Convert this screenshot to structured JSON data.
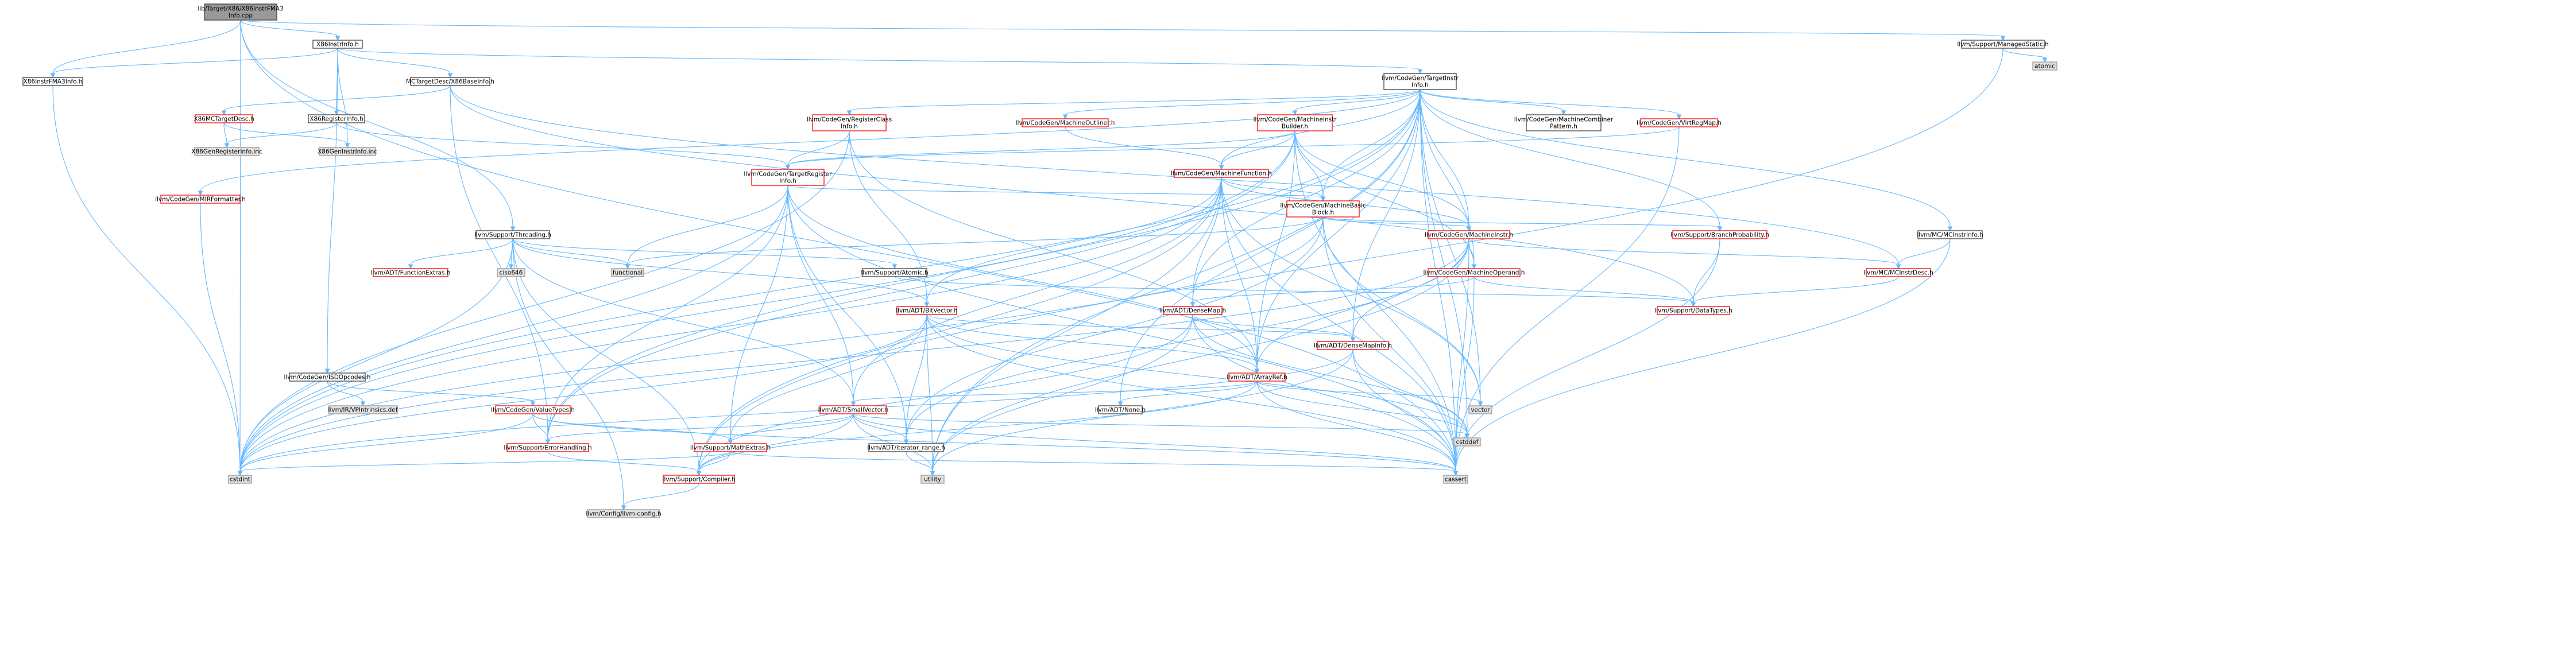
{
  "graph": {
    "style": {
      "edge_color": "#63b8ff",
      "root_fill": "#999999",
      "normal_fill": "#ffffff",
      "external_fill": "#e0e0e0",
      "normal_border": "#404040",
      "truncated_border": "#ff0000",
      "external_border": "#999999",
      "text_color": "#000000"
    },
    "nodes": [
      {
        "id": "root",
        "lines": [
          "lib/Target/X86/X86InstrFMA3",
          "Info.cpp"
        ],
        "kind": "root"
      },
      {
        "id": "x86instrinfo",
        "lines": [
          "X86InstrInfo.h"
        ],
        "kind": "normal"
      },
      {
        "id": "managedstatic",
        "lines": [
          "llvm/Support/ManagedStatic.h"
        ],
        "kind": "normal"
      },
      {
        "id": "atomic",
        "lines": [
          "atomic"
        ],
        "kind": "external"
      },
      {
        "id": "x86instrfma3",
        "lines": [
          "X86InstrFMA3Info.h"
        ],
        "kind": "normal"
      },
      {
        "id": "mctargetx86base",
        "lines": [
          "MCTargetDesc/X86BaseInfo.h"
        ],
        "kind": "normal"
      },
      {
        "id": "targetinstrinfo",
        "lines": [
          "llvm/CodeGen/TargetInstr",
          "Info.h"
        ],
        "kind": "normal"
      },
      {
        "id": "x86mctargetdesc",
        "lines": [
          "X86MCTargetDesc.h"
        ],
        "kind": "truncated"
      },
      {
        "id": "x86registerinfo",
        "lines": [
          "X86RegisterInfo.h"
        ],
        "kind": "normal"
      },
      {
        "id": "x86genregisterinfo",
        "lines": [
          "X86GenRegisterInfo.inc"
        ],
        "kind": "external"
      },
      {
        "id": "x86geninstrinfo",
        "lines": [
          "X86GenInstrInfo.inc"
        ],
        "kind": "external"
      },
      {
        "id": "mirformatter",
        "lines": [
          "llvm/CodeGen/MIRFormatter.h"
        ],
        "kind": "truncated"
      },
      {
        "id": "registerclassinfo",
        "lines": [
          "llvm/CodeGen/RegisterClass",
          "Info.h"
        ],
        "kind": "truncated"
      },
      {
        "id": "machineoutliner",
        "lines": [
          "llvm/CodeGen/MachineOutliner.h"
        ],
        "kind": "truncated"
      },
      {
        "id": "machineinstrbuilder",
        "lines": [
          "llvm/CodeGen/MachineInstr",
          "Builder.h"
        ],
        "kind": "truncated"
      },
      {
        "id": "machinecombinerpattern",
        "lines": [
          "llvm/CodeGen/MachineCombiner",
          "Pattern.h"
        ],
        "kind": "normal"
      },
      {
        "id": "virtregmap",
        "lines": [
          "llvm/CodeGen/VirtRegMap.h"
        ],
        "kind": "truncated"
      },
      {
        "id": "targetregisterinfo",
        "lines": [
          "llvm/CodeGen/TargetRegister",
          "Info.h"
        ],
        "kind": "truncated"
      },
      {
        "id": "machinefunction",
        "lines": [
          "llvm/CodeGen/MachineFunction.h"
        ],
        "kind": "truncated"
      },
      {
        "id": "machinebasicblock",
        "lines": [
          "llvm/CodeGen/MachineBasic",
          "Block.h"
        ],
        "kind": "truncated"
      },
      {
        "id": "mcinstrinfo",
        "lines": [
          "llvm/MC/MCInstrInfo.h"
        ],
        "kind": "normal"
      },
      {
        "id": "threading",
        "lines": [
          "llvm/Support/Threading.h"
        ],
        "kind": "normal"
      },
      {
        "id": "functionextras",
        "lines": [
          "llvm/ADT/FunctionExtras.h"
        ],
        "kind": "truncated"
      },
      {
        "id": "ciso646",
        "lines": [
          "ciso646"
        ],
        "kind": "external"
      },
      {
        "id": "functional",
        "lines": [
          "functional"
        ],
        "kind": "external"
      },
      {
        "id": "supportatomic",
        "lines": [
          "llvm/Support/Atomic.h"
        ],
        "kind": "normal"
      },
      {
        "id": "machineinstr",
        "lines": [
          "llvm/CodeGen/MachineInstr.h"
        ],
        "kind": "truncated"
      },
      {
        "id": "branchprobability",
        "lines": [
          "llvm/Support/BranchProbability.h"
        ],
        "kind": "truncated"
      },
      {
        "id": "mcinstrdesc",
        "lines": [
          "llvm/MC/MCInstrDesc.h"
        ],
        "kind": "truncated"
      },
      {
        "id": "machineoperand",
        "lines": [
          "llvm/CodeGen/MachineOperand.h"
        ],
        "kind": "truncated"
      },
      {
        "id": "bitvector",
        "lines": [
          "llvm/ADT/BitVector.h"
        ],
        "kind": "truncated"
      },
      {
        "id": "densemap",
        "lines": [
          "llvm/ADT/DenseMap.h"
        ],
        "kind": "truncated"
      },
      {
        "id": "datatypes",
        "lines": [
          "llvm/Support/DataTypes.h"
        ],
        "kind": "truncated"
      },
      {
        "id": "densemapinfo",
        "lines": [
          "llvm/ADT/DenseMapInfo.h"
        ],
        "kind": "truncated"
      },
      {
        "id": "isdopcodes",
        "lines": [
          "llvm/CodeGen/ISDOpcodes.h"
        ],
        "kind": "normal"
      },
      {
        "id": "vpintrinsics",
        "lines": [
          "llvm/IR/VPIntrinsics.def"
        ],
        "kind": "external"
      },
      {
        "id": "arrayref",
        "lines": [
          "llvm/ADT/ArrayRef.h"
        ],
        "kind": "truncated"
      },
      {
        "id": "valuetypes",
        "lines": [
          "llvm/CodeGen/ValueTypes.h"
        ],
        "kind": "truncated"
      },
      {
        "id": "adtnone",
        "lines": [
          "llvm/ADT/None.h"
        ],
        "kind": "normal"
      },
      {
        "id": "smallvector",
        "lines": [
          "llvm/ADT/SmallVector.h"
        ],
        "kind": "truncated"
      },
      {
        "id": "vector",
        "lines": [
          "vector"
        ],
        "kind": "external"
      },
      {
        "id": "cstddef",
        "lines": [
          "cstddef"
        ],
        "kind": "external"
      },
      {
        "id": "errorhandling",
        "lines": [
          "llvm/Support/ErrorHandling.h"
        ],
        "kind": "truncated"
      },
      {
        "id": "mathextras",
        "lines": [
          "llvm/Support/MathExtras.h"
        ],
        "kind": "truncated"
      },
      {
        "id": "iteratorrange",
        "lines": [
          "llvm/ADT/iterator_range.h"
        ],
        "kind": "normal"
      },
      {
        "id": "cstdint",
        "lines": [
          "cstdint"
        ],
        "kind": "external"
      },
      {
        "id": "compiler",
        "lines": [
          "llvm/Support/Compiler.h"
        ],
        "kind": "truncated"
      },
      {
        "id": "utility",
        "lines": [
          "utility"
        ],
        "kind": "external"
      },
      {
        "id": "cassert",
        "lines": [
          "cassert"
        ],
        "kind": "external"
      },
      {
        "id": "llvmconfig",
        "lines": [
          "llvm/Config/llvm-config.h"
        ],
        "kind": "external"
      }
    ],
    "edges": [
      [
        "root",
        "x86instrinfo"
      ],
      [
        "root",
        "x86instrfma3"
      ],
      [
        "root",
        "managedstatic"
      ],
      [
        "root",
        "threading"
      ],
      [
        "root",
        "cstdint"
      ],
      [
        "root",
        "cassert"
      ],
      [
        "managedstatic",
        "atomic"
      ],
      [
        "managedstatic",
        "compiler"
      ],
      [
        "x86instrinfo",
        "mctargetx86base"
      ],
      [
        "x86instrinfo",
        "x86instrfma3"
      ],
      [
        "x86instrinfo",
        "x86registerinfo"
      ],
      [
        "x86instrinfo",
        "targetinstrinfo"
      ],
      [
        "x86instrinfo",
        "isdopcodes"
      ],
      [
        "x86instrinfo",
        "x86geninstrinfo"
      ],
      [
        "x86instrfma3",
        "cstdint"
      ],
      [
        "mctargetx86base",
        "x86mctargetdesc"
      ],
      [
        "mctargetx86base",
        "mcinstrdesc"
      ],
      [
        "mctargetx86base",
        "datatypes"
      ],
      [
        "mctargetx86base",
        "errorhandling"
      ],
      [
        "x86mctargetdesc",
        "x86genregisterinfo"
      ],
      [
        "x86mctargetdesc",
        "x86geninstrinfo"
      ],
      [
        "x86registerinfo",
        "targetregisterinfo"
      ],
      [
        "x86registerinfo",
        "x86genregisterinfo"
      ],
      [
        "targetinstrinfo",
        "mirformatter"
      ],
      [
        "targetinstrinfo",
        "registerclassinfo"
      ],
      [
        "targetinstrinfo",
        "machineoutliner"
      ],
      [
        "targetinstrinfo",
        "machineinstrbuilder"
      ],
      [
        "targetinstrinfo",
        "machinecombinerpattern"
      ],
      [
        "targetinstrinfo",
        "virtregmap"
      ],
      [
        "targetinstrinfo",
        "machinefunction"
      ],
      [
        "targetinstrinfo",
        "machinebasicblock"
      ],
      [
        "targetinstrinfo",
        "machineinstr"
      ],
      [
        "targetinstrinfo",
        "machineoperand"
      ],
      [
        "targetinstrinfo",
        "mcinstrinfo"
      ],
      [
        "targetinstrinfo",
        "branchprobability"
      ],
      [
        "targetinstrinfo",
        "errorhandling"
      ],
      [
        "targetinstrinfo",
        "arrayref"
      ],
      [
        "targetinstrinfo",
        "densemap"
      ],
      [
        "targetinstrinfo",
        "densemapinfo"
      ],
      [
        "targetinstrinfo",
        "adtnone"
      ],
      [
        "targetinstrinfo",
        "cstddef"
      ],
      [
        "targetinstrinfo",
        "cstdint"
      ],
      [
        "targetinstrinfo",
        "utility"
      ],
      [
        "targetinstrinfo",
        "vector"
      ],
      [
        "targetinstrinfo",
        "cassert"
      ],
      [
        "mirformatter",
        "cstdint"
      ],
      [
        "registerclassinfo",
        "targetregisterinfo"
      ],
      [
        "registerclassinfo",
        "arrayref"
      ],
      [
        "registerclassinfo",
        "bitvector"
      ],
      [
        "registerclassinfo",
        "cstdint"
      ],
      [
        "machineoutliner",
        "machinefunction"
      ],
      [
        "machineinstrbuilder",
        "targetregisterinfo"
      ],
      [
        "machineinstrbuilder",
        "machinefunction"
      ],
      [
        "machineinstrbuilder",
        "machinebasicblock"
      ],
      [
        "machineinstrbuilder",
        "machineinstr"
      ],
      [
        "machineinstrbuilder",
        "machineoperand"
      ],
      [
        "machineinstrbuilder",
        "arrayref"
      ],
      [
        "machineinstrbuilder",
        "cstdint"
      ],
      [
        "machineinstrbuilder",
        "errorhandling"
      ],
      [
        "machineinstrbuilder",
        "cassert"
      ],
      [
        "virtregmap",
        "targetregisterinfo"
      ],
      [
        "virtregmap",
        "cassert"
      ],
      [
        "targetregisterinfo",
        "machinebasicblock"
      ],
      [
        "targetregisterinfo",
        "arrayref"
      ],
      [
        "targetregisterinfo",
        "smallvector"
      ],
      [
        "targetregisterinfo",
        "iteratorrange"
      ],
      [
        "targetregisterinfo",
        "mathextras"
      ],
      [
        "targetregisterinfo",
        "errorhandling"
      ],
      [
        "targetregisterinfo",
        "functional"
      ],
      [
        "targetregisterinfo",
        "cstdint"
      ],
      [
        "targetregisterinfo",
        "cassert"
      ],
      [
        "machinefunction",
        "machinebasicblock"
      ],
      [
        "machinefunction",
        "machineinstr"
      ],
      [
        "machinefunction",
        "bitvector"
      ],
      [
        "machinefunction",
        "densemap"
      ],
      [
        "machinefunction",
        "arrayref"
      ],
      [
        "machinefunction",
        "smallvector"
      ],
      [
        "machinefunction",
        "compiler"
      ],
      [
        "machinefunction",
        "cstdint"
      ],
      [
        "machinefunction",
        "utility"
      ],
      [
        "machinefunction",
        "vector"
      ],
      [
        "machinefunction",
        "cassert"
      ],
      [
        "machinebasicblock",
        "machineinstr"
      ],
      [
        "machinebasicblock",
        "branchprobability"
      ],
      [
        "machinebasicblock",
        "iteratorrange"
      ],
      [
        "machinebasicblock",
        "functional"
      ],
      [
        "machinebasicblock",
        "cstdint"
      ],
      [
        "machinebasicblock",
        "vector"
      ],
      [
        "machinebasicblock",
        "cassert"
      ],
      [
        "mcinstrinfo",
        "mcinstrdesc"
      ],
      [
        "mcinstrinfo",
        "cassert"
      ],
      [
        "threading",
        "functionextras"
      ],
      [
        "threading",
        "ciso646"
      ],
      [
        "threading",
        "functional"
      ],
      [
        "threading",
        "supportatomic"
      ],
      [
        "threading",
        "bitvector"
      ],
      [
        "threading",
        "smallvector"
      ],
      [
        "threading",
        "compiler"
      ],
      [
        "threading",
        "llvmconfig"
      ],
      [
        "threading",
        "cstdint"
      ],
      [
        "supportatomic",
        "datatypes"
      ],
      [
        "machineinstr",
        "machineoperand"
      ],
      [
        "machineinstr",
        "mcinstrdesc"
      ],
      [
        "machineinstr",
        "densemapinfo"
      ],
      [
        "machineinstr",
        "arrayref"
      ],
      [
        "machineinstr",
        "iteratorrange"
      ],
      [
        "machineinstr",
        "cstdint"
      ],
      [
        "machineinstr",
        "utility"
      ],
      [
        "machineinstr",
        "cassert"
      ],
      [
        "branchprobability",
        "datatypes"
      ],
      [
        "branchprobability",
        "cassert"
      ],
      [
        "mcinstrdesc",
        "datatypes"
      ],
      [
        "machineoperand",
        "densemap"
      ],
      [
        "machineoperand",
        "datatypes"
      ],
      [
        "machineoperand",
        "cassert"
      ],
      [
        "bitvector",
        "densemapinfo"
      ],
      [
        "bitvector",
        "arrayref"
      ],
      [
        "bitvector",
        "iteratorrange"
      ],
      [
        "bitvector",
        "mathextras"
      ],
      [
        "bitvector",
        "cstdint"
      ],
      [
        "bitvector",
        "utility"
      ],
      [
        "bitvector",
        "cassert"
      ],
      [
        "bitvector",
        "cstddef"
      ],
      [
        "densemap",
        "densemapinfo"
      ],
      [
        "densemap",
        "compiler"
      ],
      [
        "densemap",
        "utility"
      ],
      [
        "densemap",
        "cstddef"
      ],
      [
        "densemap",
        "cassert"
      ],
      [
        "densemapinfo",
        "cstdint"
      ],
      [
        "densemapinfo",
        "utility"
      ],
      [
        "densemapinfo",
        "cstddef"
      ],
      [
        "densemapinfo",
        "cassert"
      ],
      [
        "isdopcodes",
        "valuetypes"
      ],
      [
        "isdopcodes",
        "vpintrinsics"
      ],
      [
        "arrayref",
        "smallvector"
      ],
      [
        "arrayref",
        "adtnone"
      ],
      [
        "arrayref",
        "compiler"
      ],
      [
        "arrayref",
        "vector"
      ],
      [
        "arrayref",
        "cstddef"
      ],
      [
        "arrayref",
        "cassert"
      ],
      [
        "valuetypes",
        "mathextras"
      ],
      [
        "valuetypes",
        "errorhandling"
      ],
      [
        "valuetypes",
        "cstdint"
      ],
      [
        "valuetypes",
        "cassert"
      ],
      [
        "smallvector",
        "iteratorrange"
      ],
      [
        "smallvector",
        "compiler"
      ],
      [
        "smallvector",
        "mathextras"
      ],
      [
        "smallvector",
        "errorhandling"
      ],
      [
        "smallvector",
        "cstddef"
      ],
      [
        "smallvector",
        "utility"
      ],
      [
        "smallvector",
        "cassert"
      ],
      [
        "errorhandling",
        "compiler"
      ],
      [
        "mathextras",
        "compiler"
      ],
      [
        "mathextras",
        "cstdint"
      ],
      [
        "mathextras",
        "cassert"
      ],
      [
        "iteratorrange",
        "utility"
      ],
      [
        "compiler",
        "llvmconfig"
      ]
    ]
  }
}
